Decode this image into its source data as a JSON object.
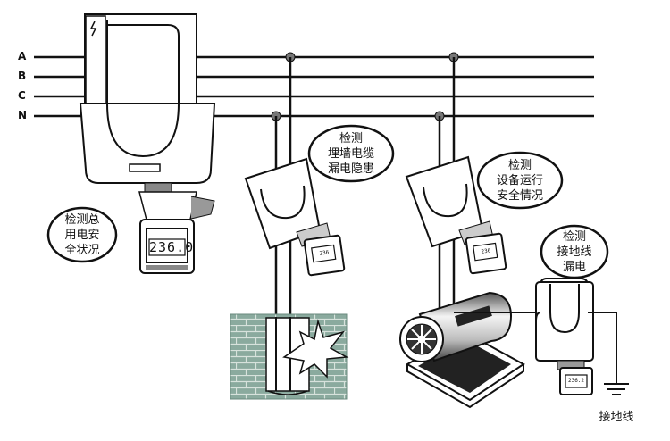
{
  "lines": [
    {
      "id": "A",
      "label": "A"
    },
    {
      "id": "B",
      "label": "B"
    },
    {
      "id": "C",
      "label": "C"
    },
    {
      "id": "N",
      "label": "N"
    }
  ],
  "bubbles": {
    "total": {
      "lines": [
        "检测总",
        "用电安",
        "全状况"
      ]
    },
    "cable": {
      "lines": [
        "检测",
        "埋墙电缆",
        "漏电隐患"
      ]
    },
    "equipment": {
      "lines": [
        "检测",
        "设备运行",
        "安全情况"
      ]
    },
    "ground": {
      "lines": [
        "检测",
        "接地线",
        "漏电"
      ]
    }
  },
  "main_meter": {
    "reading": "236.0"
  },
  "small_meter_cable": {
    "reading": "236"
  },
  "small_meter_equipment": {
    "reading": "236"
  },
  "small_meter_ground": {
    "reading": "236.2"
  },
  "ground_label": "接地线",
  "colors": {
    "wall": "#8aaa9e",
    "line": "#111111",
    "meter_body": "#ffffff"
  }
}
